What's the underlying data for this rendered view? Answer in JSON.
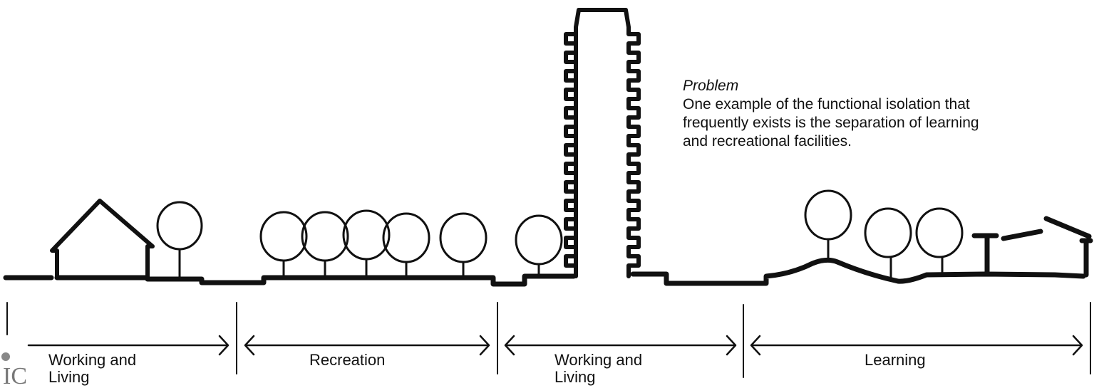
{
  "problem": {
    "heading": "Problem",
    "body": "One example of the functional isolation that\nfrequently exists is the separation of learning\nand recreational facilities."
  },
  "segments": [
    {
      "label_line1": "Working and",
      "label_line2": "Living"
    },
    {
      "label_line1": "Recreation",
      "label_line2": ""
    },
    {
      "label_line1": "Working and",
      "label_line2": "Living"
    },
    {
      "label_line1": "Learning",
      "label_line2": ""
    }
  ],
  "logo_text": "IC",
  "colors": {
    "ink": "#111111",
    "background": "#ffffff"
  }
}
